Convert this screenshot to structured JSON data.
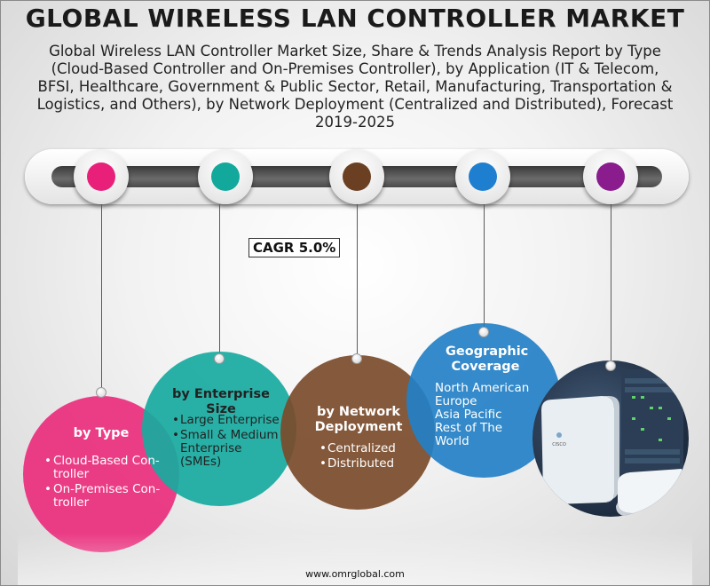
{
  "title": "GLOBAL WIRELESS LAN CONTROLLER MARKET",
  "subtitle": "Global Wireless LAN Controller Market Size, Share & Trends Analysis Report by Type (Cloud-Based Controller and On-Premises Controller), by Application (IT & Telecom, BFSI, Healthcare, Government & Public Sector, Retail, Manufacturing, Transportation & Logistics, and Others), by Network Deployment (Centralized and Distributed), Forecast 2019-2025",
  "cagr": "CAGR 5.0%",
  "colors": {
    "node1": "#e8207a",
    "node2": "#12a89c",
    "node3": "#6b3f22",
    "node4": "#1e7fd0",
    "node5": "#8a1c8e"
  },
  "segments": {
    "type": {
      "heading": "by Type",
      "items": [
        "Cloud-Based Con-troller",
        "On-Premises Con-troller"
      ]
    },
    "enterprise": {
      "heading": "by Enterprise Size",
      "items": [
        "Large Enterprise",
        "Small & Medium Enterprise (SMEs)"
      ]
    },
    "network": {
      "heading": "by Network Deployment",
      "items": [
        "Centralized",
        "Distributed"
      ]
    },
    "geo": {
      "heading": "Geographic Coverage",
      "items": [
        "North American",
        "Europe",
        "Asia Pacific",
        "Rest of The World"
      ]
    }
  },
  "image_text": {
    "brand": "CISCO"
  },
  "footer": "www.omrglobal.com"
}
